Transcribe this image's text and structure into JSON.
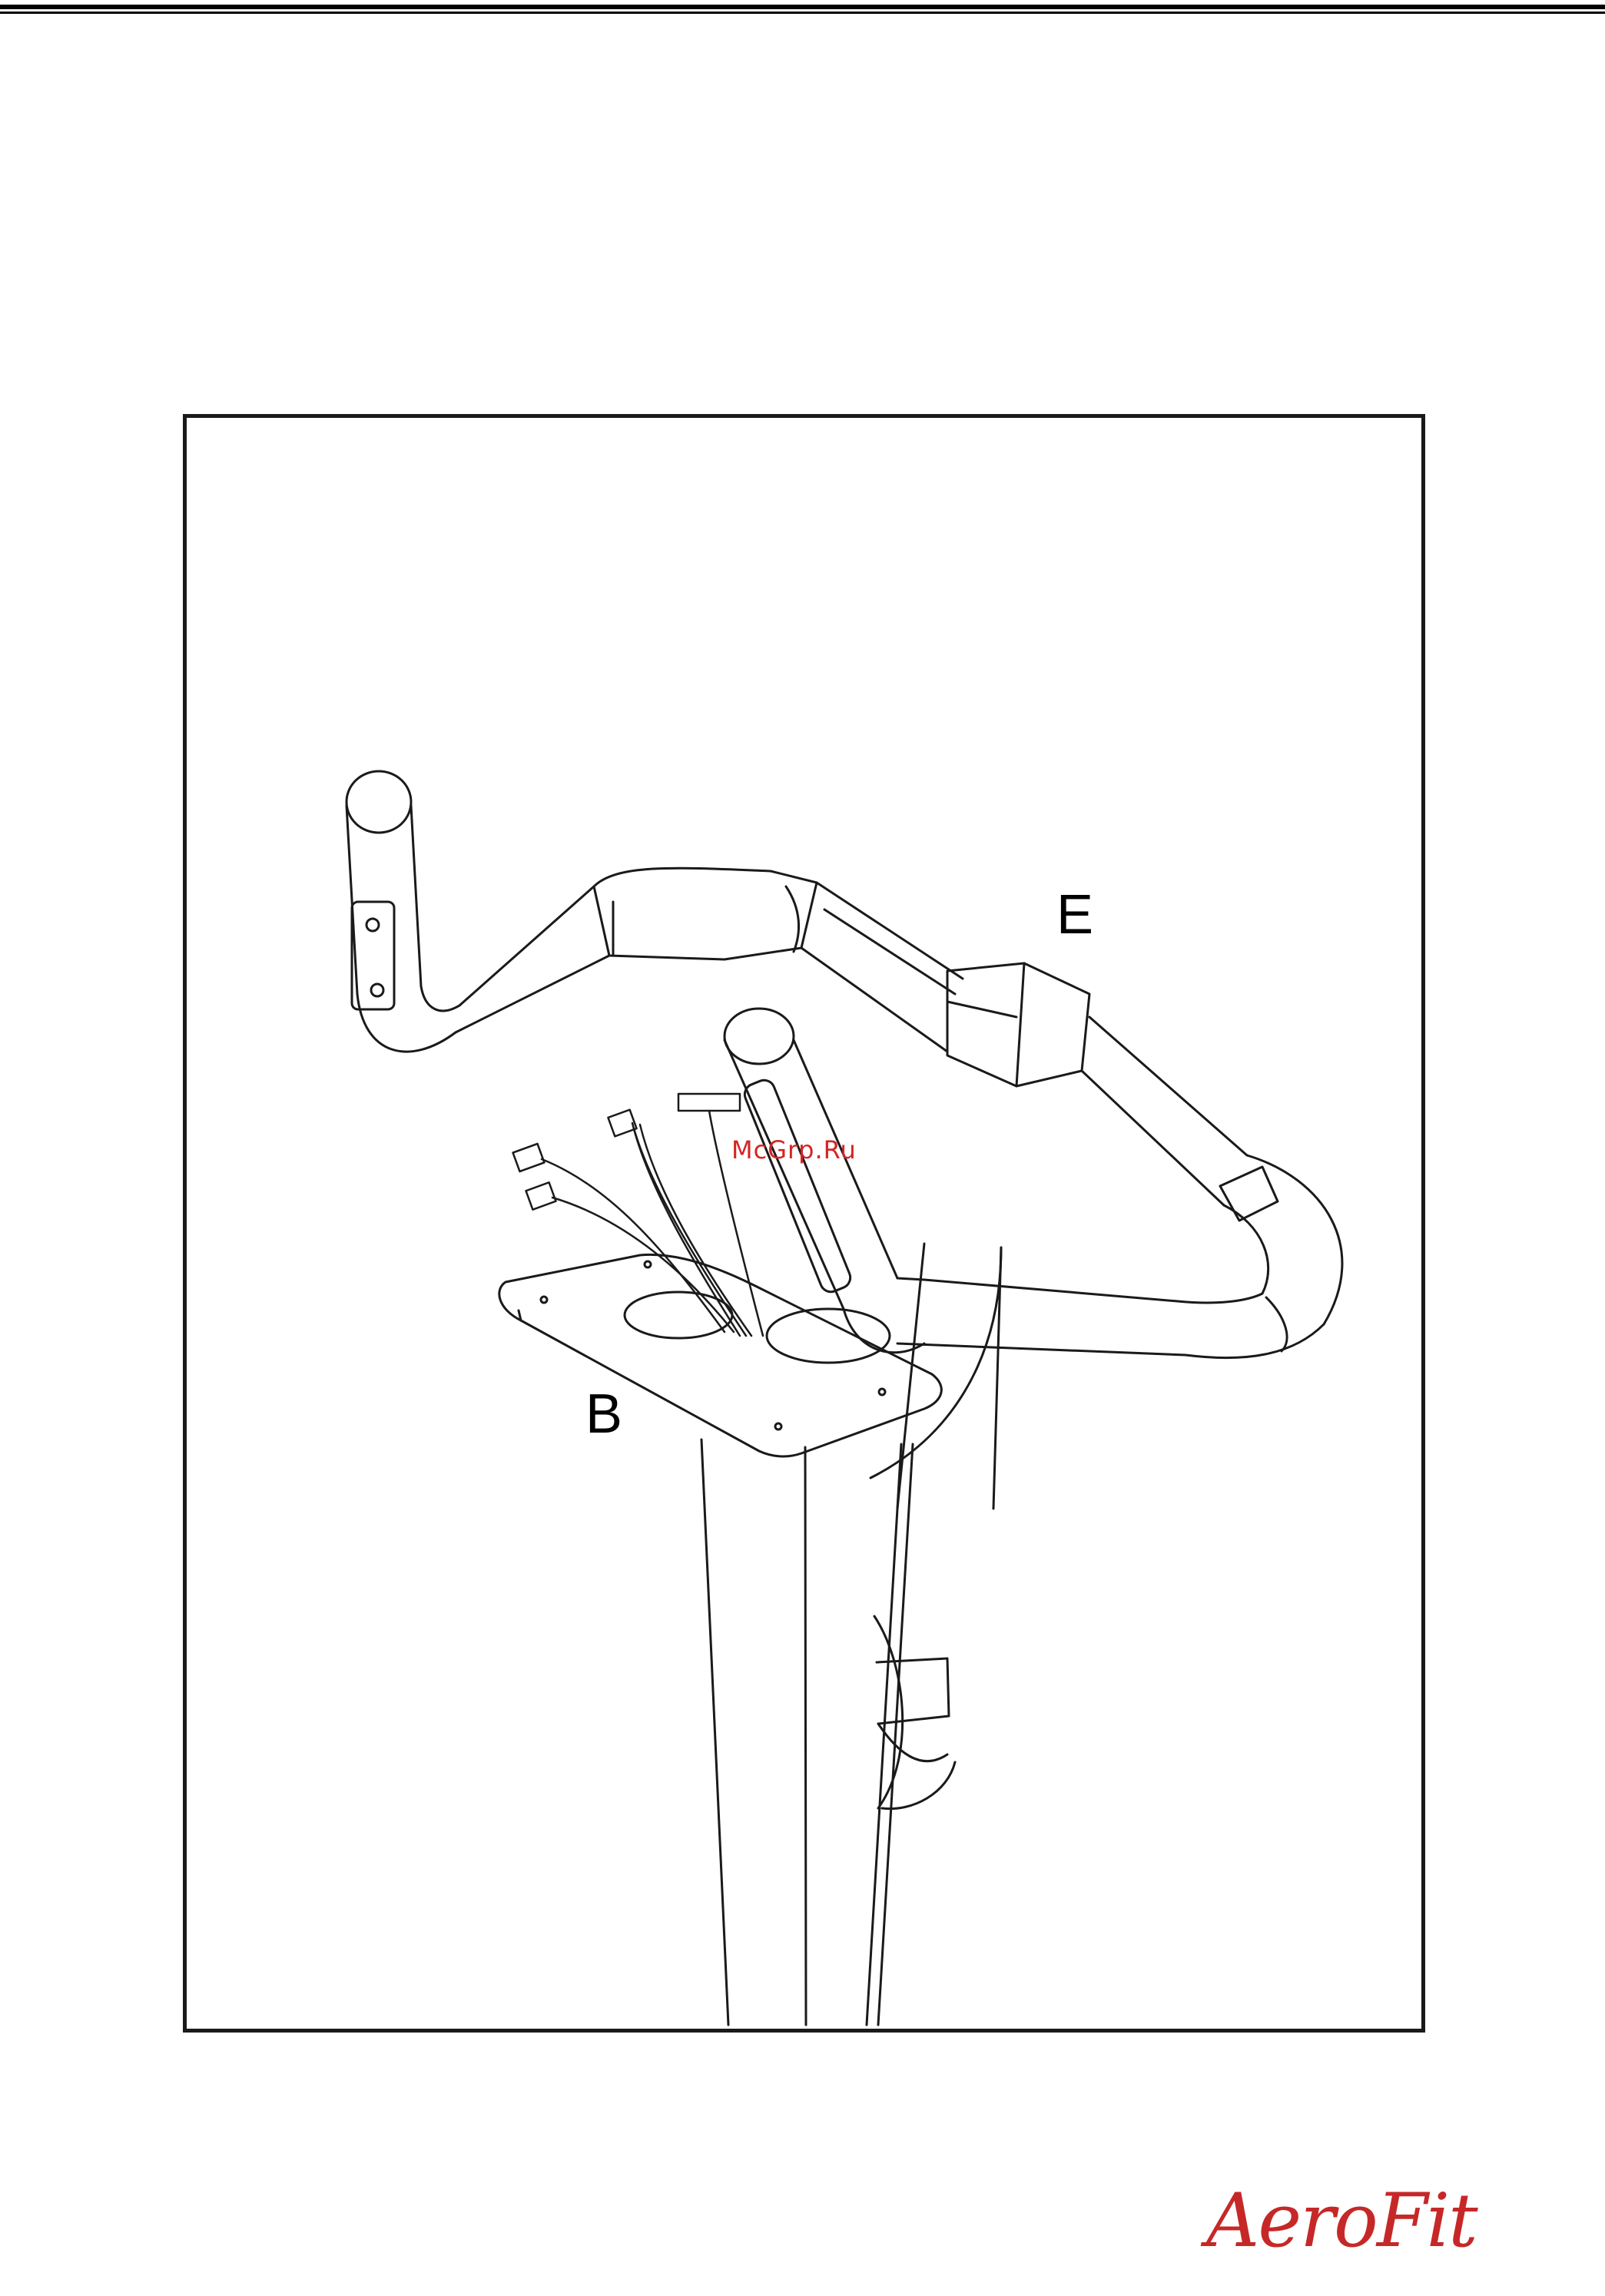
{
  "labels": {
    "part_e": "E",
    "part_b": "B"
  },
  "watermark": "McGrp.Ru",
  "brand": {
    "name": "AeroFit",
    "color": "#c62828"
  },
  "colors": {
    "line": "#1a1a1a",
    "watermark": "#d42424"
  }
}
